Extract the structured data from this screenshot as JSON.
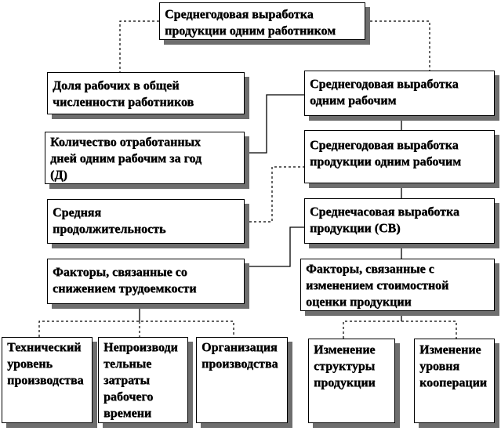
{
  "nodes": {
    "top": "Среднегодовая выработка\nпродукции одним работником",
    "share_workers": "Доля рабочих в общей\nчисленности работников",
    "avg_year_worker": "Среднегодовая выработка\nодним рабочим",
    "days_worked": "Количество отработанных\nдней одним рабочим за год\n(Д)",
    "avg_year_product": "Среднегодовая выработка\nпродукции одним рабочим",
    "avg_duration": "Средняя\nпродолжительность",
    "avg_hour": "Среднечасовая выработка\nпродукции (СВ)",
    "factors_labor": "Факторы, связанные со\nснижением трудоемкости",
    "factors_value": "Факторы, связанные с\nизменением стоимостной\nоценки продукции",
    "tech_level": "Технический\nуровень\nпроизводства",
    "unproductive": "Непроизводи\nтельные\nзатраты\nрабочего\nвремени",
    "organization": "Организация\nпроизводства",
    "structure_change": "Изменение\nструктуры\nпродукции",
    "cooperation_change": "Изменение\nуровня\nкооперации"
  }
}
